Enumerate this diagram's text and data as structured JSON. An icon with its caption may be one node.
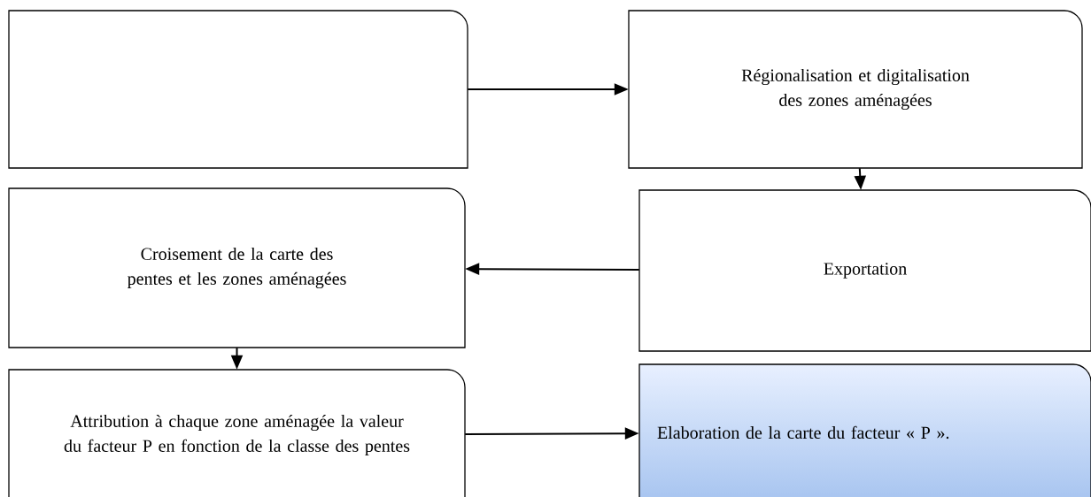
{
  "diagram": {
    "nodes": [
      {
        "text": [],
        "shape": "box"
      },
      {
        "text": [
          "Régionalisation et digitalisation des zones aménagées"
        ]
      },
      {
        "text": [
          "Croisement de la carte des pentes et les zones aménagées"
        ]
      },
      {
        "text": [
          "Exportation"
        ]
      },
      {
        "text": [
          "Attribution à chaque zone aménagée la valeur du facteur P en fonction de la classe des pentes"
        ]
      },
      {
        "text": [
          "Elaboration de la carte du facteur « P »."
        ]
      }
    ],
    "edges": [
      {
        "from": 0,
        "to": 1,
        "arrow": "to"
      },
      {
        "from": 1,
        "to": 3,
        "arrow": "to"
      },
      {
        "from": 3,
        "to": 2,
        "arrow": "to"
      },
      {
        "from": 2,
        "to": 4,
        "arrow": "to"
      },
      {
        "from": 4,
        "to": 5,
        "arrow": "to"
      }
    ]
  }
}
